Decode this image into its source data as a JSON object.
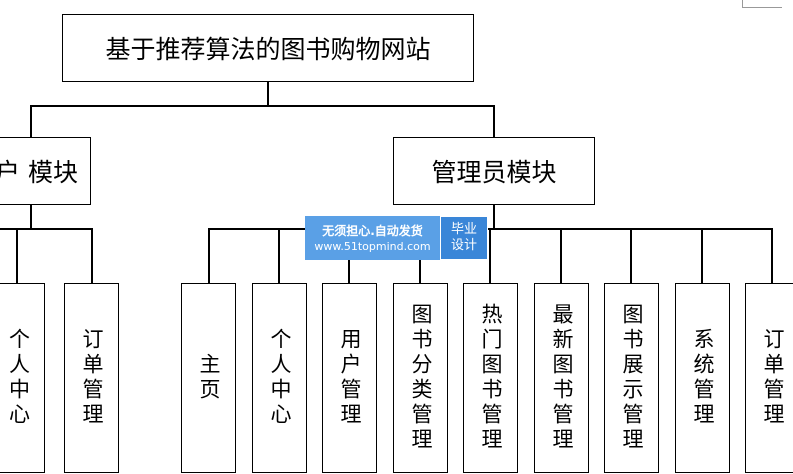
{
  "diagram": {
    "root": "基于推荐算法的图书购物网站",
    "modules": [
      {
        "label": "用户 模块",
        "children": [
          "个人中心",
          "订单管理"
        ]
      },
      {
        "label": "管理员模块",
        "children": [
          "主页",
          "个人中心",
          "用户管理",
          "图书分类管理",
          "热门图书管理",
          "最新图书管理",
          "图书展示管理",
          "系统管理",
          "订单管理"
        ]
      }
    ]
  },
  "watermark": {
    "line1": "无须担心.自动发货",
    "line2": "www.51topmind.com",
    "badge_line1": "毕业",
    "badge_line2": "设计"
  }
}
